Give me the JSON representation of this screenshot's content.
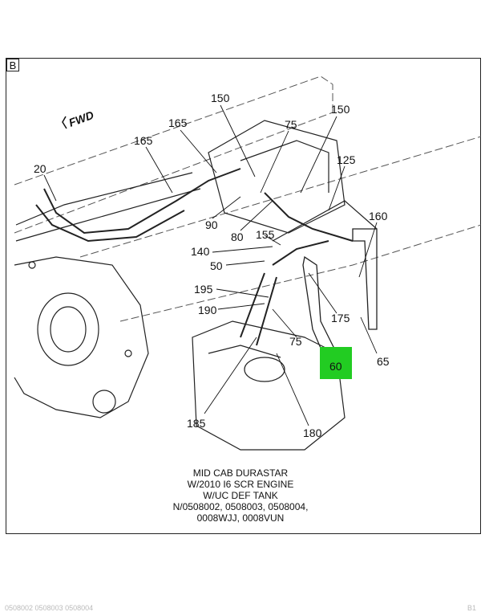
{
  "section_label": "B",
  "direction_label": "FWD",
  "callouts": [
    {
      "id": "c150a",
      "label": "150"
    },
    {
      "id": "c150b",
      "label": "150"
    },
    {
      "id": "c165a",
      "label": "165"
    },
    {
      "id": "c165b",
      "label": "165"
    },
    {
      "id": "c75a",
      "label": "75"
    },
    {
      "id": "c20",
      "label": "20"
    },
    {
      "id": "c125",
      "label": "125"
    },
    {
      "id": "c160",
      "label": "160"
    },
    {
      "id": "c90",
      "label": "90"
    },
    {
      "id": "c80",
      "label": "80"
    },
    {
      "id": "c155",
      "label": "155"
    },
    {
      "id": "c140",
      "label": "140"
    },
    {
      "id": "c50",
      "label": "50"
    },
    {
      "id": "c195",
      "label": "195"
    },
    {
      "id": "c190",
      "label": "190"
    },
    {
      "id": "c175",
      "label": "175"
    },
    {
      "id": "c75b",
      "label": "75"
    },
    {
      "id": "c60",
      "label": "60"
    },
    {
      "id": "c65",
      "label": "65"
    },
    {
      "id": "c185",
      "label": "185"
    },
    {
      "id": "c180",
      "label": "180"
    }
  ],
  "highlight_color": "#22cc22",
  "caption": [
    "MID CAB DURASTAR",
    "W/2010 I6 SCR ENGINE",
    "W/UC DEF TANK",
    "N/0508002, 0508003, 0508004,",
    "0008WJJ, 0008VUN"
  ],
  "footer_left": "0508002  0508003  0508004",
  "footer_right": "B1"
}
